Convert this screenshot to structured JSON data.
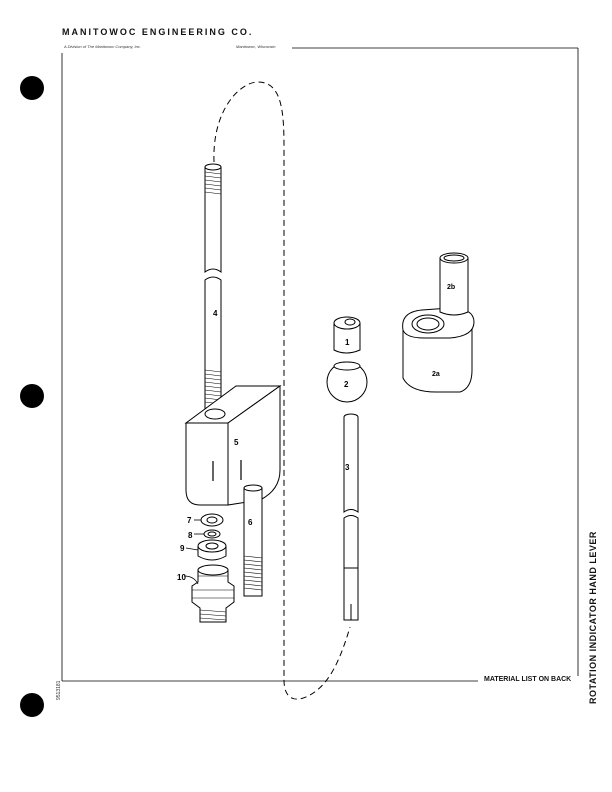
{
  "header": {
    "company": "MANITOWOC ENGINEERING CO.",
    "division": "A Division of The Manitowoc Company, Inc.",
    "location": "Manitowoc, Wisconsin"
  },
  "side_title": "ROTATION INDICATOR HAND LEVER",
  "footer_note": "MATERIAL LIST ON BACK",
  "doc_number": "9513181",
  "parts": {
    "p1": "1",
    "p2": "2",
    "p2a": "2a",
    "p2b": "2b",
    "p3": "3",
    "p4": "4",
    "p5": "5",
    "p6": "6",
    "p7": "7",
    "p8": "8",
    "p9": "9",
    "p10": "10"
  }
}
